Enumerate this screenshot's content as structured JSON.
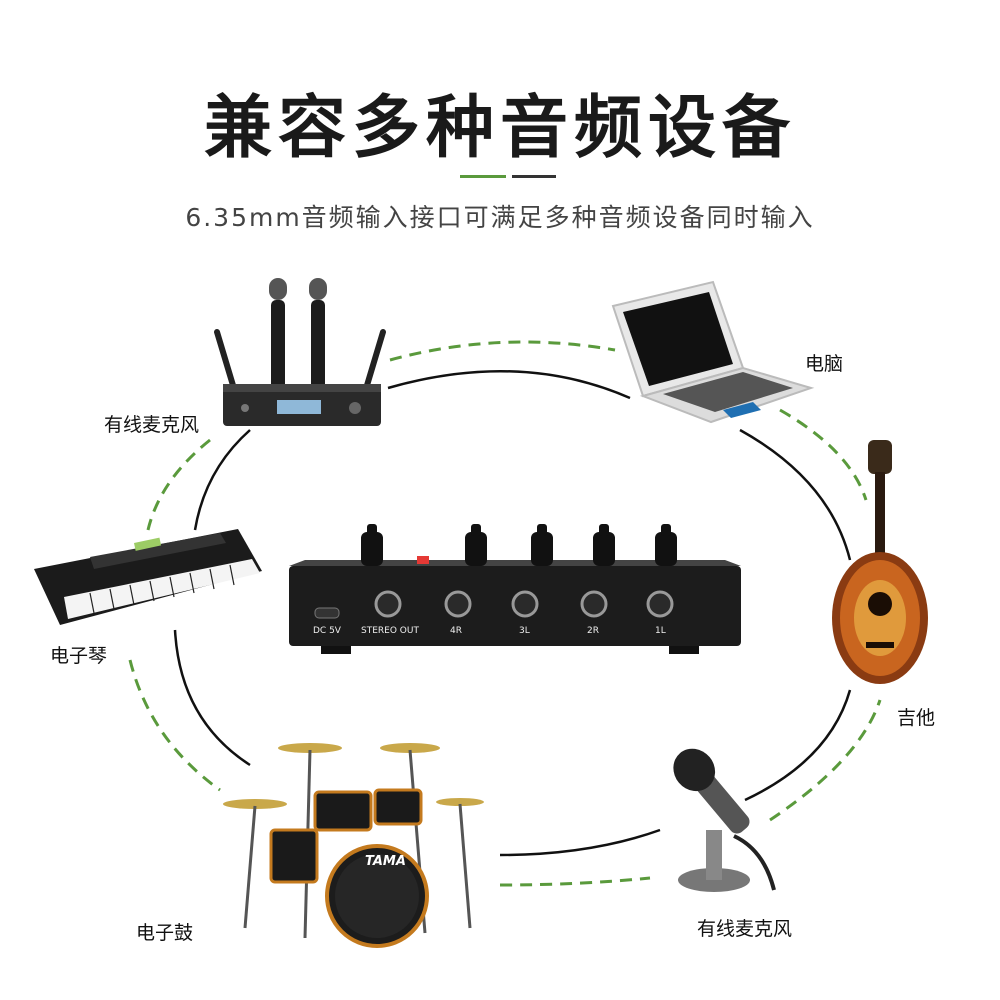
{
  "header": {
    "title": "兼容多种音频设备",
    "subtitle": "6.35mm音频输入接口可满足多种音频设备同时输入"
  },
  "mixer": {
    "ports": [
      "DC 5V",
      "STEREO OUT",
      "4R",
      "3L",
      "2R",
      "1L"
    ]
  },
  "devices": {
    "wireless_mic": "有线麦克风",
    "laptop": "电脑",
    "keyboard": "电子琴",
    "guitar": "吉他",
    "drums": "电子鼓",
    "desk_mic": "有线麦克风"
  },
  "brand": {
    "drum_logo": "TAMA"
  },
  "colors": {
    "accent_green": "#5a9a3c",
    "line_black": "#111111"
  }
}
